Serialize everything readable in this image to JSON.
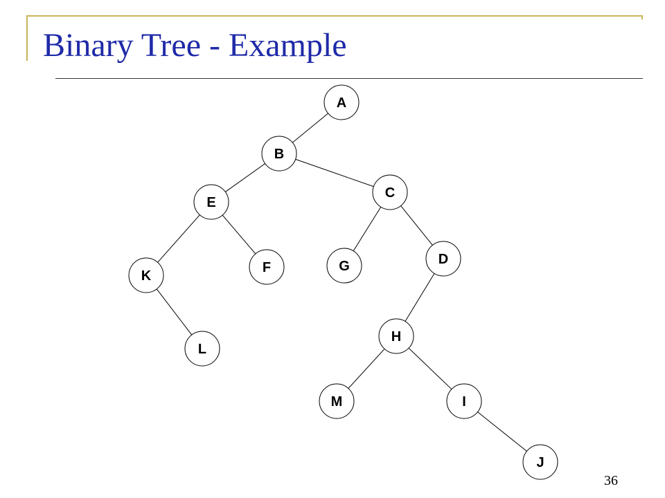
{
  "slide": {
    "title": "Binary Tree - Example",
    "page_number": "36",
    "title_color": "#1f2aa8",
    "accent_color": "#c9b458"
  },
  "tree": {
    "nodes": {
      "A": {
        "label": "A"
      },
      "B": {
        "label": "B"
      },
      "C": {
        "label": "C"
      },
      "D": {
        "label": "D"
      },
      "E": {
        "label": "E"
      },
      "F": {
        "label": "F"
      },
      "G": {
        "label": "G"
      },
      "H": {
        "label": "H"
      },
      "I": {
        "label": "I"
      },
      "J": {
        "label": "J"
      },
      "K": {
        "label": "K"
      },
      "L": {
        "label": "L"
      },
      "M": {
        "label": "M"
      }
    },
    "edges": [
      [
        "A",
        "B"
      ],
      [
        "B",
        "E"
      ],
      [
        "B",
        "C"
      ],
      [
        "E",
        "K"
      ],
      [
        "E",
        "F"
      ],
      [
        "K",
        "L"
      ],
      [
        "C",
        "G"
      ],
      [
        "C",
        "D"
      ],
      [
        "D",
        "H"
      ],
      [
        "H",
        "M"
      ],
      [
        "H",
        "I"
      ],
      [
        "I",
        "J"
      ]
    ]
  }
}
